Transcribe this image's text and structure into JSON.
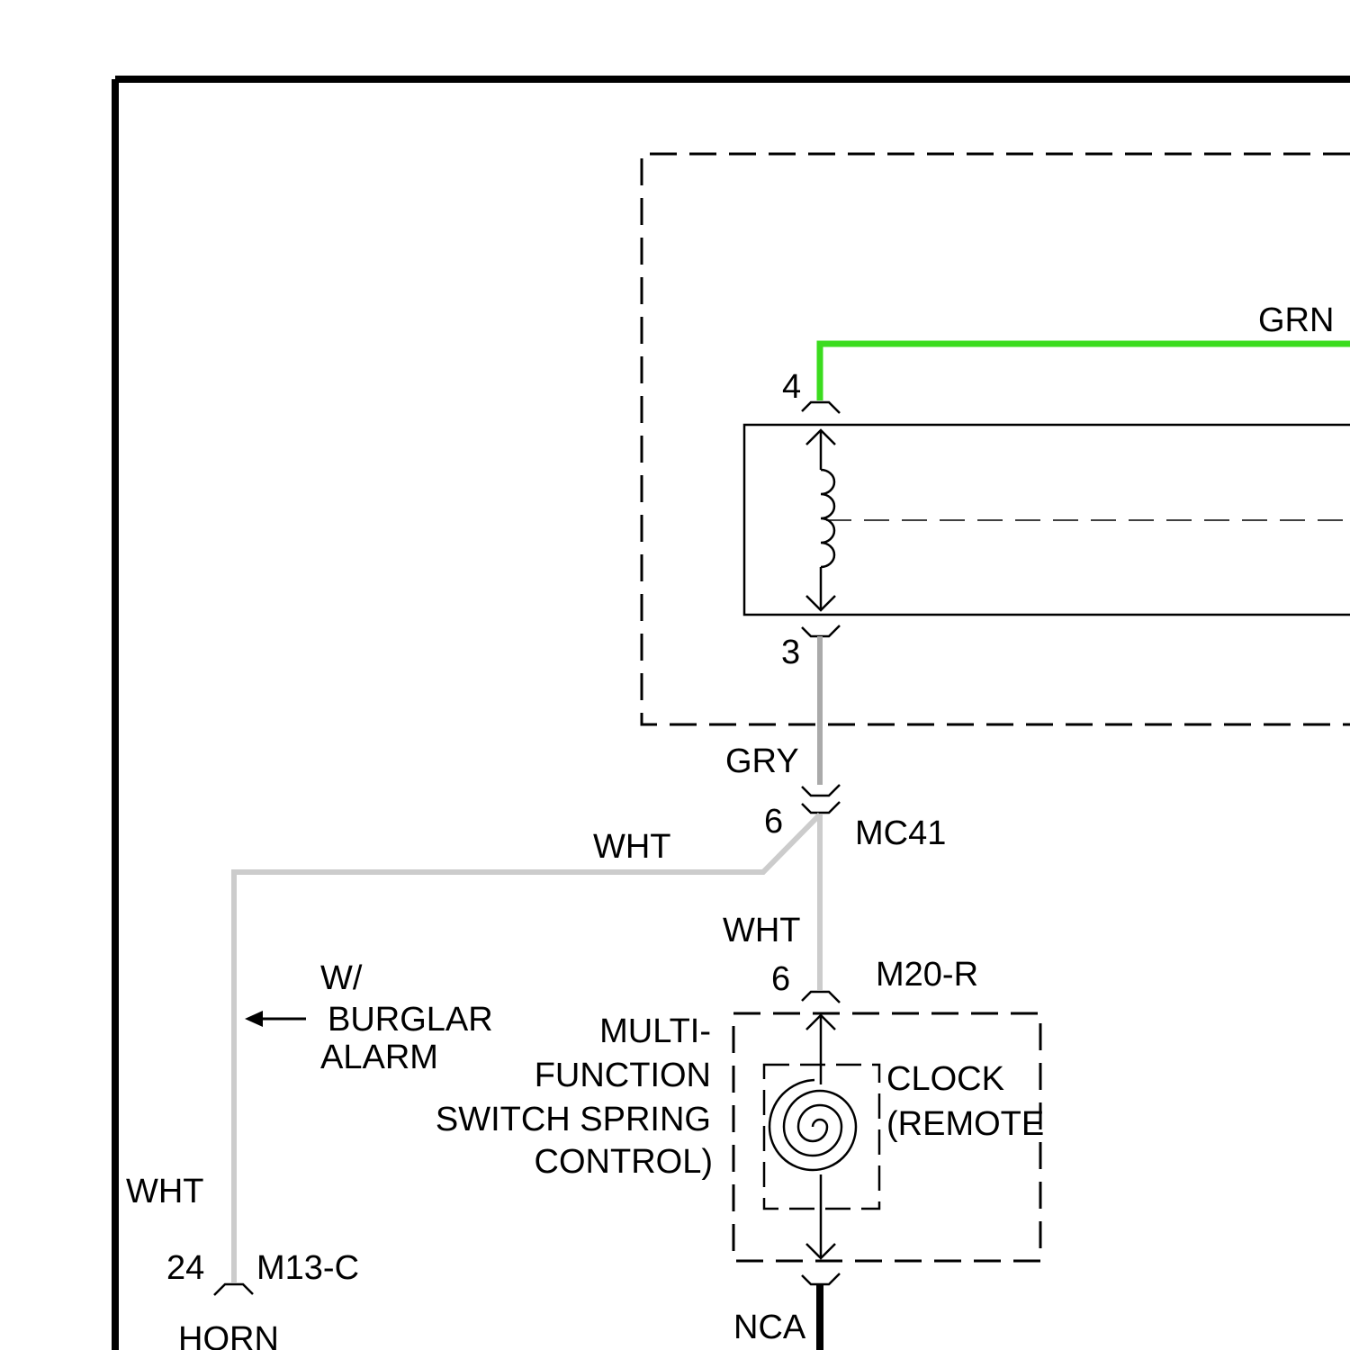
{
  "wires": {
    "grn": {
      "label": "GRN",
      "color": "#3bdc1e"
    },
    "gry": {
      "label": "GRY",
      "color": "#aaaaaa"
    },
    "wht_branch": {
      "label": "WHT",
      "color": "#cccccc"
    },
    "wht_vertical": {
      "label": "WHT",
      "color": "#cccccc"
    },
    "wht_horn": {
      "label": "WHT",
      "color": "#cccccc"
    },
    "nca": {
      "label": "NCA",
      "color": "#000000"
    }
  },
  "pins": {
    "top": "4",
    "relay_bottom": "3",
    "mc41": "6",
    "m20r": "6",
    "horn": "24"
  },
  "connectors": {
    "mc41": "MC41",
    "m20r": "M20-R",
    "m13c": "M13-C"
  },
  "option_note": {
    "line1": "W/",
    "line2": "BURGLAR",
    "line3": "ALARM"
  },
  "component_label": {
    "line1": "MULTI-",
    "line2": "FUNCTION",
    "line3": "SWITCH SPRING",
    "line4": "CONTROL)"
  },
  "clock_label": {
    "line1": "CLOCK",
    "line2": "(REMOTE"
  },
  "horn_label": "HORN"
}
